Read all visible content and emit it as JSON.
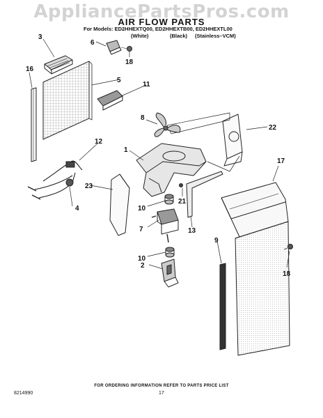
{
  "watermark": "AppliancePartsPros.com",
  "header": {
    "title": "AIR FLOW PARTS",
    "models": "For Models: ED2HHEXTQ00, ED2HHEXTB00, ED2HHEXTL00",
    "variants": [
      "(White)",
      "(Black)",
      "(Stainless–VCM)"
    ]
  },
  "callouts": {
    "c1": "1",
    "c2": "2",
    "c3": "3",
    "c4": "4",
    "c5": "5",
    "c6": "6",
    "c7": "7",
    "c8": "8",
    "c9": "9",
    "c10a": "10",
    "c10b": "10",
    "c11": "11",
    "c12": "12",
    "c13": "13",
    "c16": "16",
    "c17": "17",
    "c18a": "18",
    "c18b": "18",
    "c21": "21",
    "c22": "22",
    "c23": "23"
  },
  "footer": {
    "info": "FOR ORDERING INFORMATION REFER TO PARTS PRICE LIST",
    "doc_number": "8214990",
    "page": "17"
  }
}
